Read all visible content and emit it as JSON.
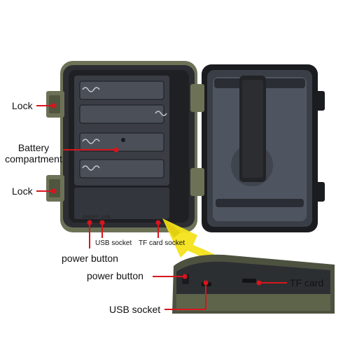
{
  "labels": {
    "lock_top": "Lock",
    "battery_line1": "Battery",
    "battery_line2": "compartment",
    "lock_bottom": "Lock",
    "power_button": "power button",
    "usb_socket": "USB socket",
    "tf_card_socket": "TF card socket",
    "detail_power_button": "power button",
    "detail_usb_socket": "USB socket",
    "tf_card": "TF card",
    "switch_text_on_off": "ON/OFF",
    "switch_text_usb": "USB"
  },
  "colors": {
    "callout_red": "#d8151c",
    "arrow_yellow": "#f3e21a",
    "camo_green": "#6d7257",
    "case_dark": "#25272c",
    "battery_tray": "#3a3d44",
    "door_panel": "#2f3236"
  },
  "icons": [
    "battery-cell-icon",
    "strap-icon",
    "callout-dot-icon",
    "pointer-arrow-icon"
  ]
}
